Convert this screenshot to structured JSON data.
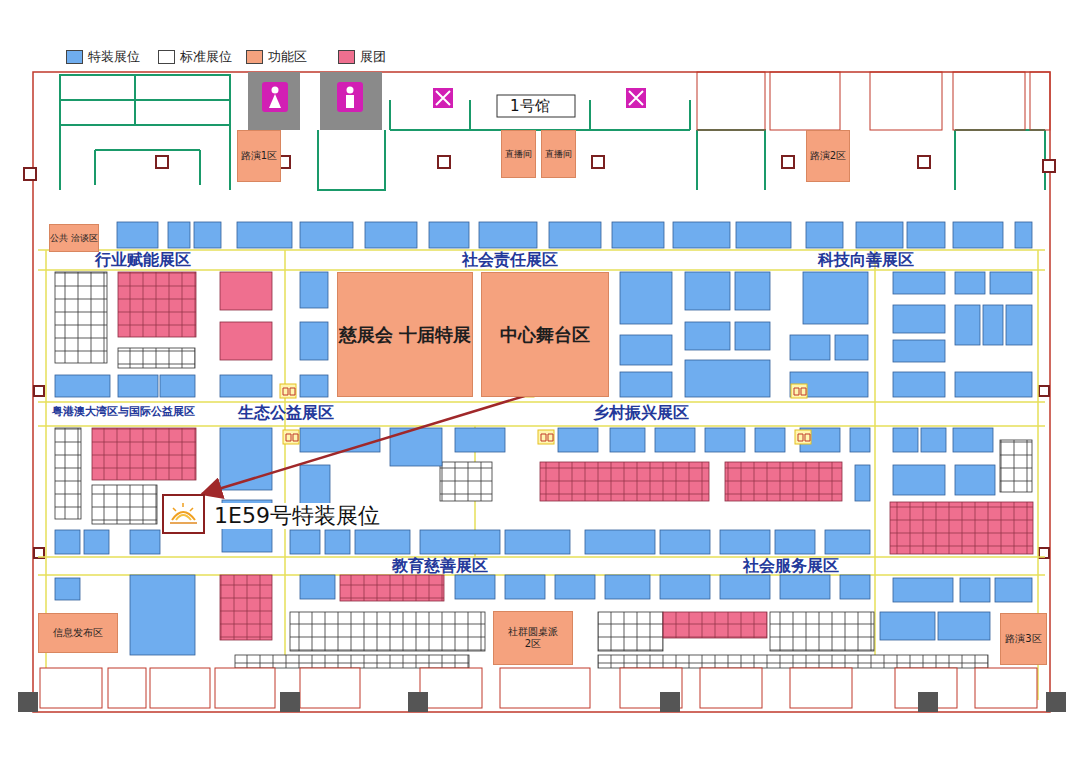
{
  "diagram": {
    "nodes": [
      {
        "text": [
          "路演1区"
        ]
      },
      {
        "text": [
          "直播间"
        ]
      },
      {
        "text": [
          "直播间"
        ]
      },
      {
        "text": [
          "路演2区"
        ]
      },
      {
        "text": [
          "公共 洽谈区"
        ]
      },
      {
        "text": [
          "慈展会 十届特展"
        ]
      },
      {
        "text": [
          "中心舞台区"
        ]
      },
      {
        "text": [
          "信息发布区"
        ]
      },
      {
        "text": [
          "社群圆桌派 2区"
        ]
      },
      {
        "text": [
          "路演3区"
        ]
      },
      {
        "text": [
          "1E59号特装展位"
        ]
      }
    ],
    "edges": [
      {
        "from": 6,
        "to": 10,
        "arrow": "to"
      }
    ],
    "labels": [
      "1号馆",
      "行业赋能展区",
      "社会责任展区",
      "科技向善展区",
      "粤港澳大湾区与国际公益展区",
      "生态公益展区",
      "乡村振兴展区",
      "教育慈善展区",
      "社会服务展区"
    ],
    "legend": [
      {
        "text": "特装展位",
        "color": "#6fadef"
      },
      {
        "text": "标准展位",
        "color": "#ffffff"
      },
      {
        "text": "功能区",
        "color": "#f5a27e"
      },
      {
        "text": "展团",
        "color": "#ef6f8f"
      }
    ]
  }
}
